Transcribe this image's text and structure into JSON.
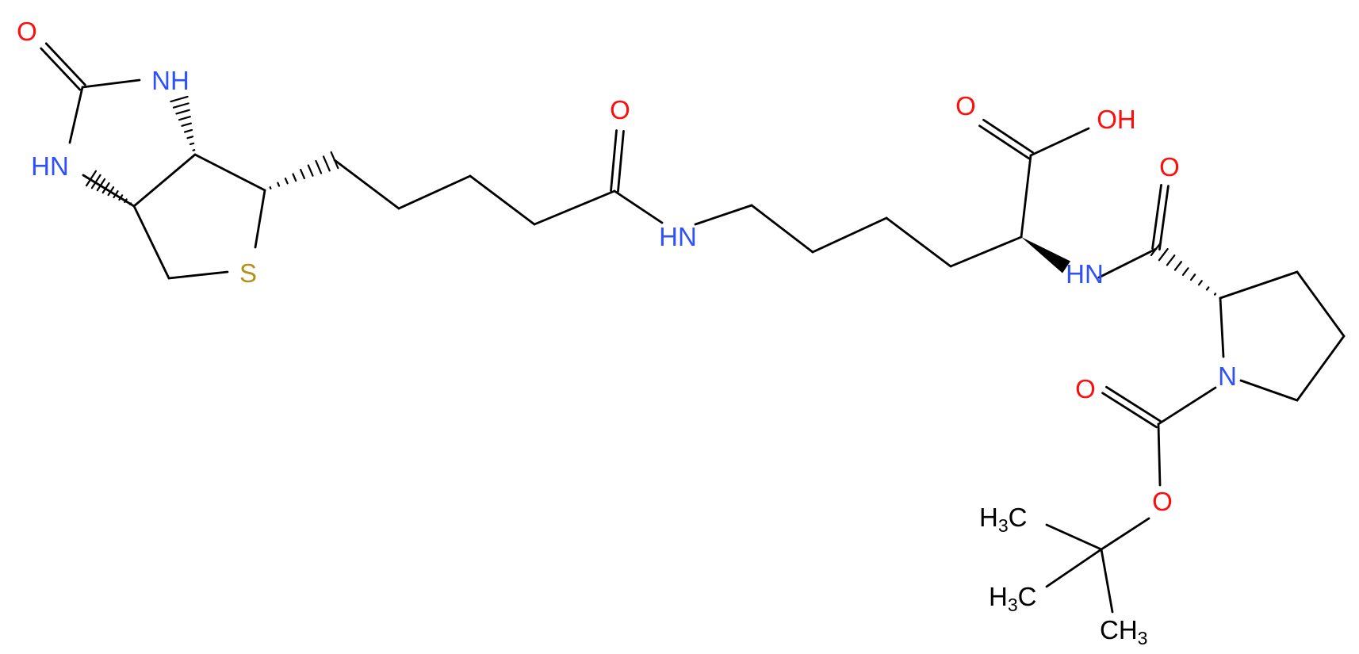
{
  "atom_labels": {
    "urea_O": "O",
    "NH_top": "NH",
    "NH_left": "HN",
    "S": "S",
    "amide_O": "O",
    "amide_NH": "HN",
    "acid_O": "O",
    "acid_OH": "OH",
    "prol_O": "O",
    "alpha_NH": "HN",
    "pyr_N": "N",
    "boc_O_carbonyl": "O",
    "boc_O_ester": "O",
    "methyl_1": {
      "main": "H",
      "sub": "3",
      "tail": "C"
    },
    "methyl_2": {
      "main": "H",
      "sub": "3",
      "tail": "C"
    },
    "methyl_3": {
      "main": "CH",
      "sub": "3"
    }
  },
  "colors": {
    "bond": "#000000",
    "oxygen": "#ff0d0d",
    "nitrogen": "#3050f8",
    "sulfur": "#b2931a",
    "carbon": "#000000"
  }
}
